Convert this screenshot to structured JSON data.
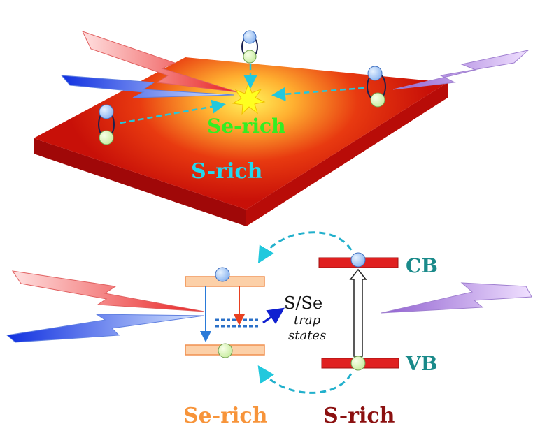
{
  "top_panel": {
    "center_label": "Se-rich",
    "outer_label": "S-rich"
  },
  "bottom_panel": {
    "trap_label": "S/Se",
    "trap_sub1": "trap",
    "trap_sub2": "states",
    "cb_label": "CB",
    "vb_label": "VB",
    "left_label": "Se-rich",
    "right_label": "S-rich"
  },
  "colors": {
    "se_rich_green": "#33ee22",
    "s_rich_cyan": "#22d8ee",
    "se_rich_orange": "#f7943a",
    "s_rich_darkred": "#8b1010",
    "band_teal": "#1a8a8a"
  }
}
